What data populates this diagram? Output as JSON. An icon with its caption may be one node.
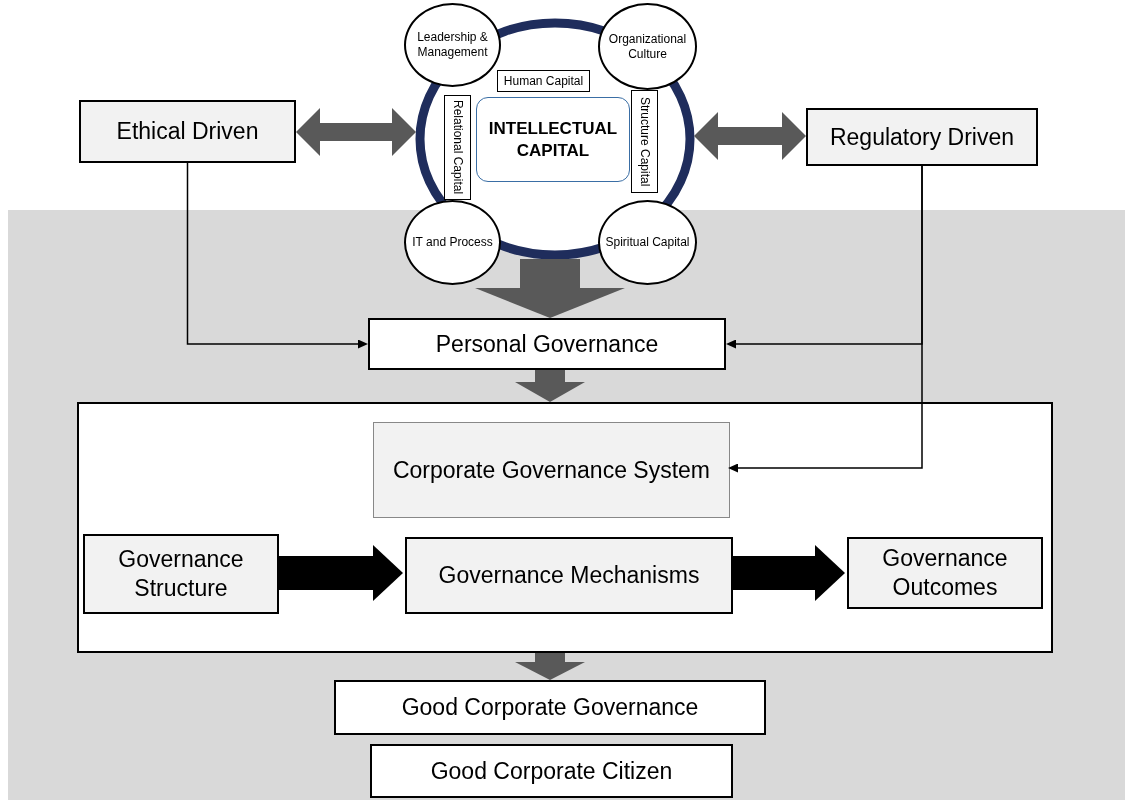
{
  "diagram": {
    "nodes": [
      {
        "text": [
          "Ethical Driven"
        ]
      },
      {
        "text": [],
        "shape": "circle"
      },
      {
        "text": [
          "Leadership & Management"
        ]
      },
      {
        "text": [
          "Organizational Culture"
        ]
      },
      {
        "text": [
          "Human Capital"
        ],
        "in": 1
      },
      {
        "text": [
          "Relational Capital"
        ],
        "in": 1
      },
      {
        "text": [
          "INTELLECTUAL CAPITAL"
        ],
        "in": 1
      },
      {
        "text": [
          "Structure Capital"
        ],
        "in": 1
      },
      {
        "text": [
          "IT and Process"
        ]
      },
      {
        "text": [
          "Spiritual Capital"
        ]
      },
      {
        "text": [
          "Regulatory Driven"
        ]
      },
      {
        "text": [
          "Personal Governance"
        ]
      },
      {
        "text": [],
        "shape": "box"
      },
      {
        "text": [
          "Corporate Governance System"
        ],
        "in": 12
      },
      {
        "text": [
          "Governance Structure"
        ],
        "in": 12
      },
      {
        "text": [
          "Governance Mechanisms"
        ],
        "in": 12
      },
      {
        "text": [
          "Governance Outcomes"
        ],
        "in": 12
      },
      {
        "text": [
          "Good Corporate Governance"
        ]
      },
      {
        "text": [
          "Good Corporate Citizen"
        ]
      }
    ],
    "edges": [
      {
        "from": 0,
        "to": 1,
        "arrow": "both",
        "color": "#595959"
      },
      {
        "from": 1,
        "to": 10,
        "arrow": "both",
        "color": "#595959"
      },
      {
        "from": 1,
        "to": 11,
        "arrow": "to",
        "style": "thick",
        "color": "#595959"
      },
      {
        "from": 0,
        "to": 11,
        "arrow": "to"
      },
      {
        "from": 10,
        "to": 11,
        "arrow": "to"
      },
      {
        "from": 10,
        "to": 13,
        "arrow": "to"
      },
      {
        "from": 11,
        "to": 12,
        "arrow": "to",
        "color": "#595959"
      },
      {
        "from": 14,
        "to": 15,
        "arrow": "to",
        "style": "thick"
      },
      {
        "from": 15,
        "to": 16,
        "arrow": "to",
        "style": "thick"
      },
      {
        "from": 12,
        "to": 17,
        "arrow": "to",
        "color": "#595959"
      }
    ]
  }
}
